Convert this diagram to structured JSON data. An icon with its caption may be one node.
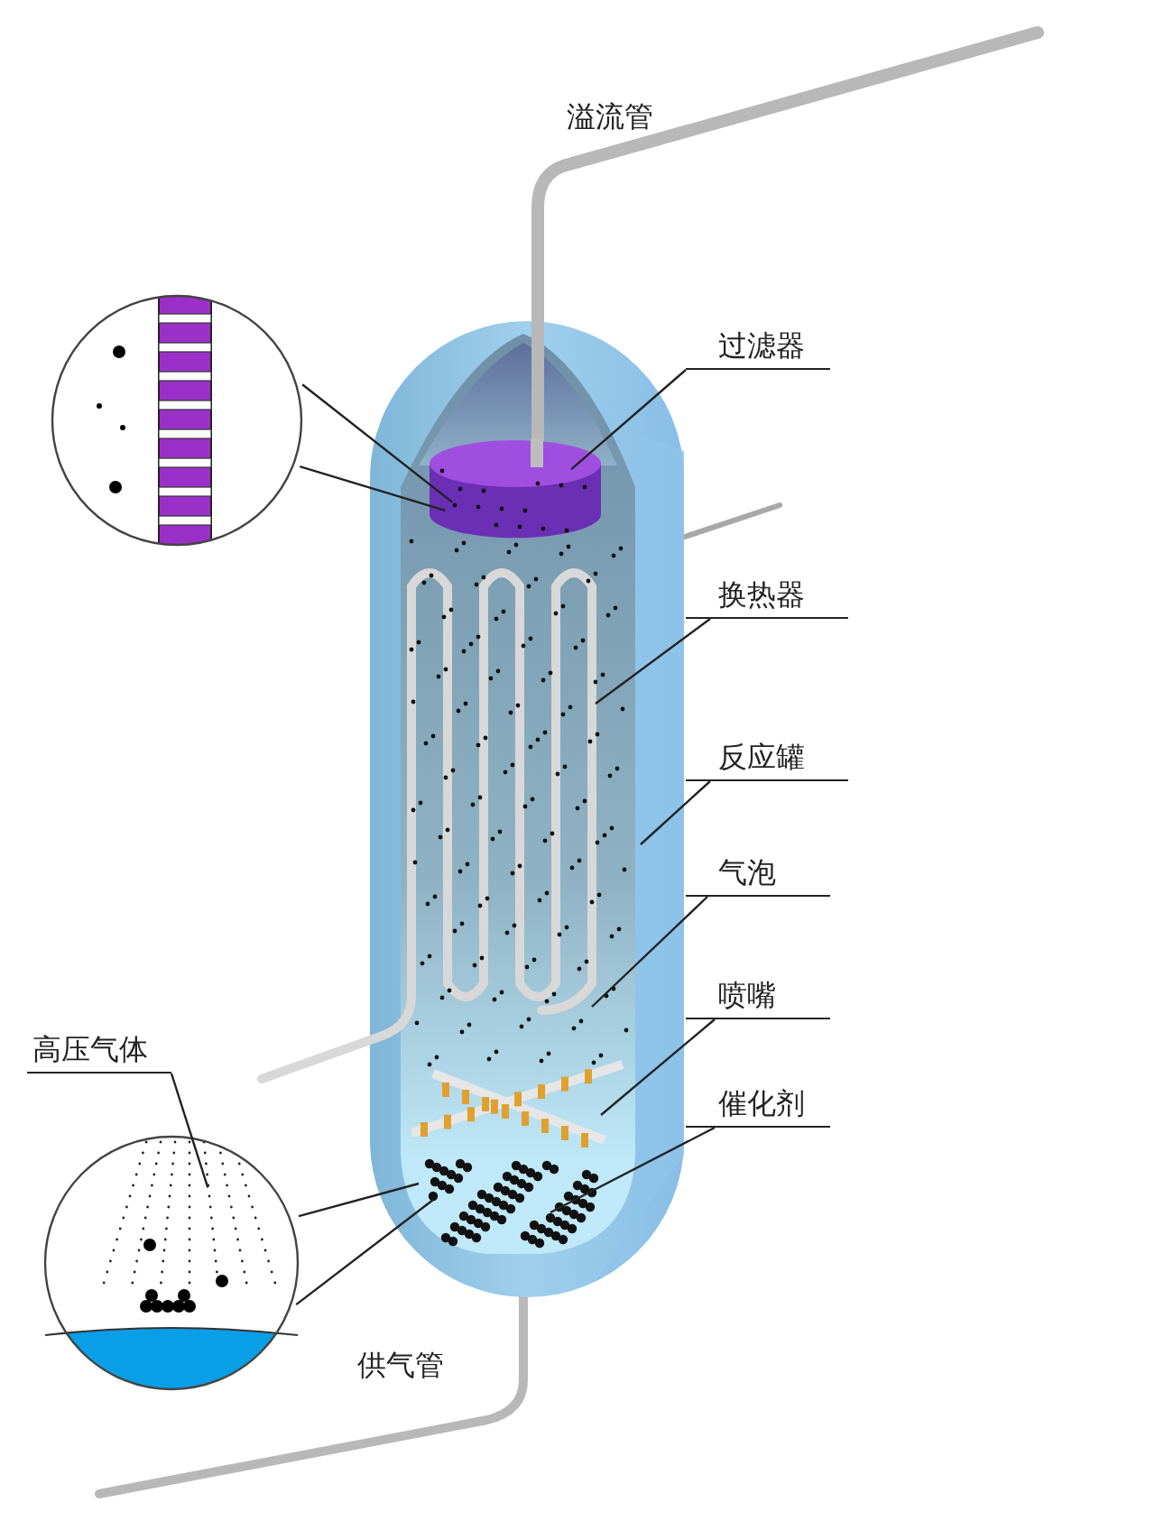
{
  "diagram": {
    "nodes": [
      {
        "text": [
          "过滤器"
        ]
      },
      {
        "text": [
          "换热器"
        ]
      },
      {
        "text": [
          "反应罐"
        ]
      },
      {
        "text": [
          "气泡"
        ]
      },
      {
        "text": [
          "喷嘴"
        ]
      },
      {
        "text": [
          "催化剂"
        ]
      },
      {
        "text": [
          "高压气体"
        ]
      },
      {
        "text": [],
        "shape": "circle"
      },
      {
        "text": [],
        "shape": "circle"
      },
      {
        "text": [],
        "shape": "cylinder"
      }
    ],
    "edges": [
      {
        "from": 0,
        "to": 9,
        "arrow": "none"
      },
      {
        "from": 1,
        "to": null,
        "arrow": "none"
      },
      {
        "from": 2,
        "to": null,
        "arrow": "none"
      },
      {
        "from": 3,
        "to": null,
        "arrow": "none"
      },
      {
        "from": 4,
        "to": null,
        "arrow": "none"
      },
      {
        "from": 5,
        "to": null,
        "arrow": "none"
      },
      {
        "from": 6,
        "to": 8,
        "arrow": "none"
      },
      {
        "from": 7,
        "to": 9,
        "arrow": "none"
      },
      {
        "from": 7,
        "to": 9,
        "arrow": "none"
      },
      {
        "from": 8,
        "to": null,
        "arrow": "none"
      },
      {
        "from": 8,
        "to": null,
        "arrow": "none"
      }
    ],
    "labels": [
      "溢流管",
      "供气管"
    ]
  }
}
